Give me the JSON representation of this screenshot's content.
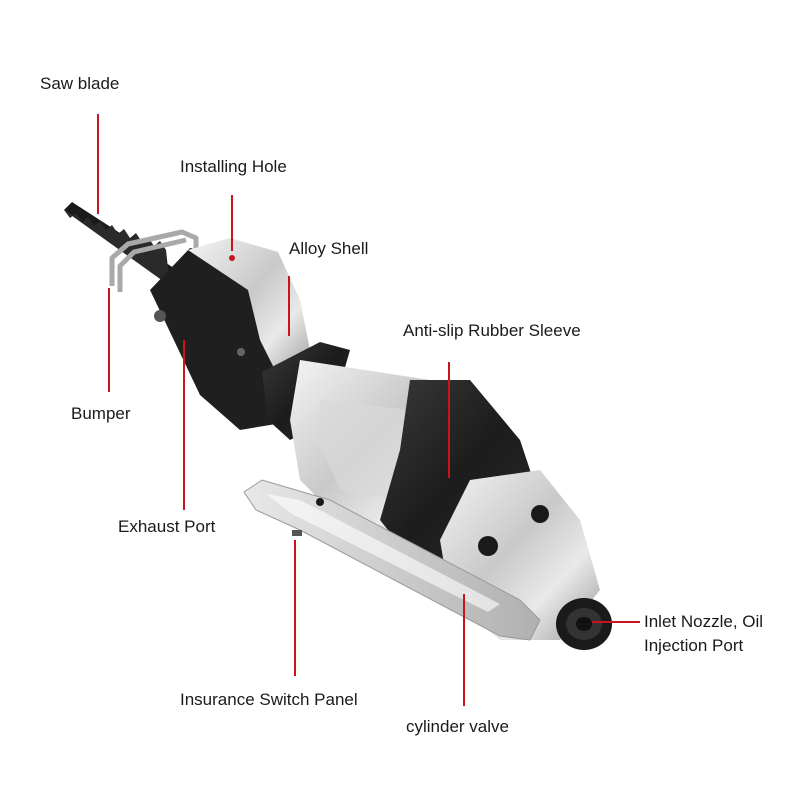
{
  "labels": {
    "saw_blade": "Saw blade",
    "installing_hole": "Installing Hole",
    "alloy_shell": "Alloy Shell",
    "anti_slip_rubber_sleeve": "Anti-slip Rubber Sleeve",
    "bumper": "Bumper",
    "exhaust_port": "Exhaust Port",
    "inlet_nozzle_line1": "Inlet Nozzle, Oil",
    "inlet_nozzle_line2": "Injection Port",
    "insurance_switch_panel": "Insurance Switch Panel",
    "cylinder_valve": "cylinder valve"
  },
  "colors": {
    "leader_line": "#c8141e",
    "label_text": "#1a1a1a",
    "background": "#ffffff"
  },
  "figure": {
    "subject": "pneumatic reciprocating saw",
    "parts_icon": "air-saw-illustration"
  }
}
